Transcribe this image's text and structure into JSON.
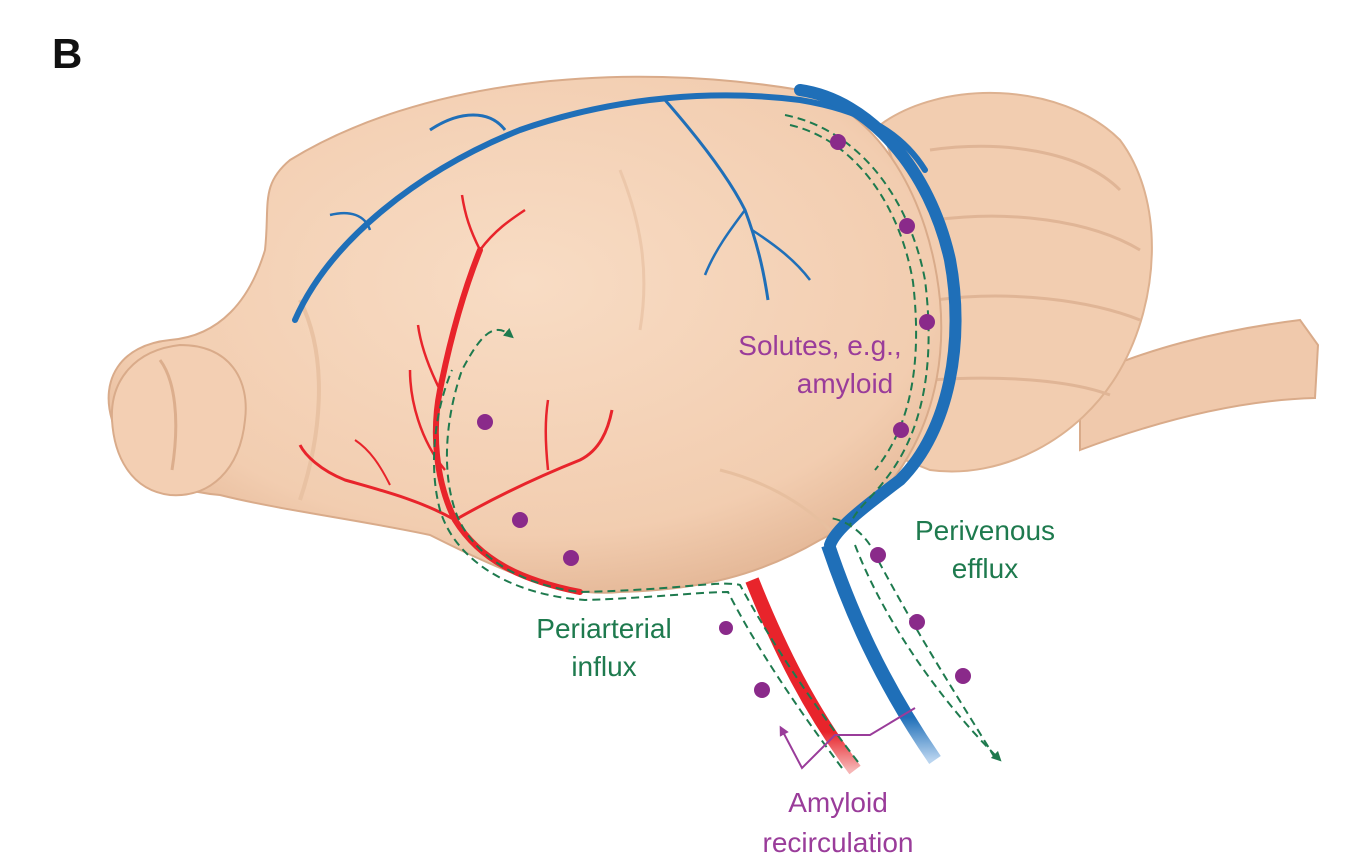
{
  "panel_label": "B",
  "labels": {
    "solutes_line1": "Solutes, e.g.,",
    "solutes_line2": "amyloid",
    "perivenous_line1": "Perivenous",
    "perivenous_line2": "efflux",
    "periarterial_line1": "Periarterial",
    "periarterial_line2": "influx",
    "amyloid_line1": "Amyloid",
    "amyloid_line2": "recirculation"
  },
  "colors": {
    "brain_fill": "#f4d2b6",
    "brain_shade": "#e3b898",
    "artery": "#e8242b",
    "vein": "#1f6fb8",
    "flow_path": "#1e7a4e",
    "solute": "#8a2a8a",
    "recirculation": "#9a3c9a"
  }
}
